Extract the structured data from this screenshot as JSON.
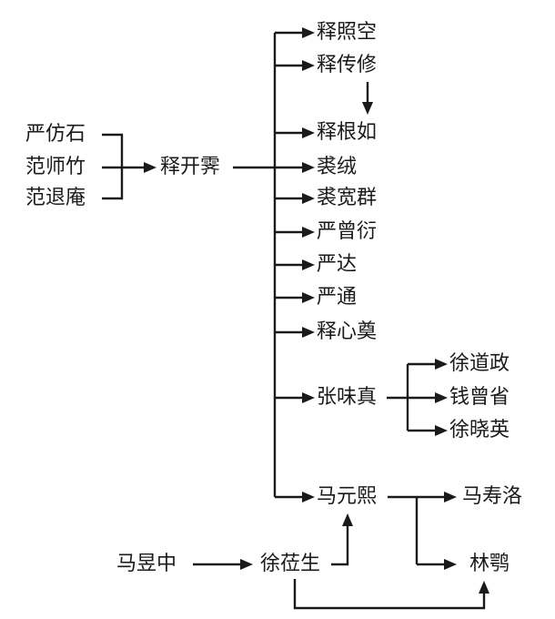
{
  "diagram": {
    "sources": [
      "严仿石",
      "范师竹",
      "范退庵"
    ],
    "teacher": "释开霁",
    "students": [
      "释照空",
      "释传修",
      "释根如",
      "裘绒",
      "裘宽群",
      "严曾衍",
      "严达",
      "严通",
      "释心奠"
    ],
    "zhang": {
      "name": "张味真",
      "students": [
        "徐道政",
        "钱曾省",
        "徐晓英"
      ]
    },
    "ma": {
      "name": "马元熙",
      "students": [
        "马寿洛",
        "林鹗"
      ]
    },
    "ma_lineage": {
      "ancestor": "马昱中",
      "intermediate": "徐莅生"
    }
  }
}
